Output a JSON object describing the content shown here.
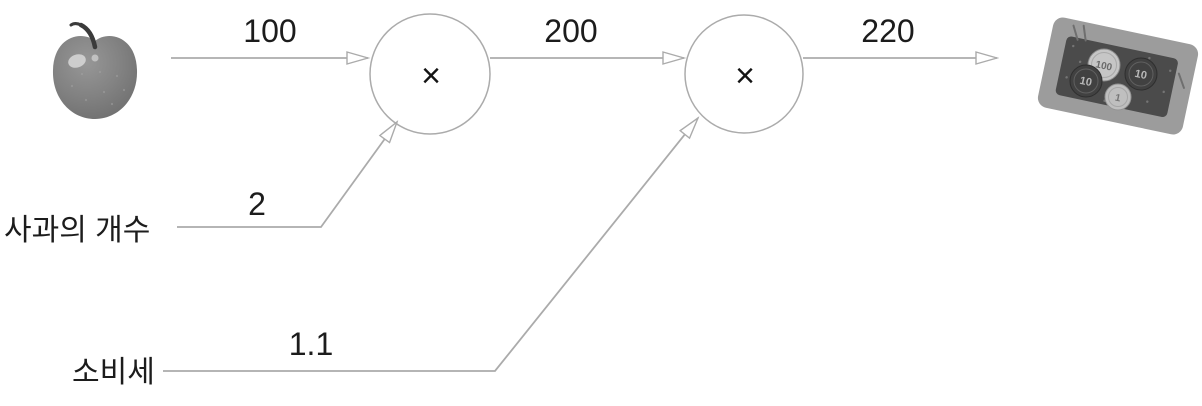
{
  "palette": {
    "background": "#ffffff",
    "line": "#ababab",
    "text": "#1c1c1c",
    "operator": "#141414",
    "node_fill": "#ffffff",
    "apple_body": "#858585",
    "apple_stem": "#3b3b3b",
    "tray": "#9c9c9c",
    "tray_mat": "#4b4b4b",
    "coin_light": "#c6c6c6",
    "coin_dark": "#414141"
  },
  "graph": {
    "source": {
      "icon": "apple"
    },
    "operators": {
      "node1": "×",
      "node2": "×"
    },
    "edges": {
      "apple_price": "100",
      "subtotal": "200",
      "total": "220"
    },
    "inputs": {
      "apple_count": {
        "label": "사과의 개수",
        "value": "2"
      },
      "consumption_tax": {
        "label": "소비세",
        "value": "1.1"
      }
    },
    "sink": {
      "icon": "money-tray",
      "coins": [
        "100",
        "10",
        "10",
        "1"
      ]
    }
  }
}
